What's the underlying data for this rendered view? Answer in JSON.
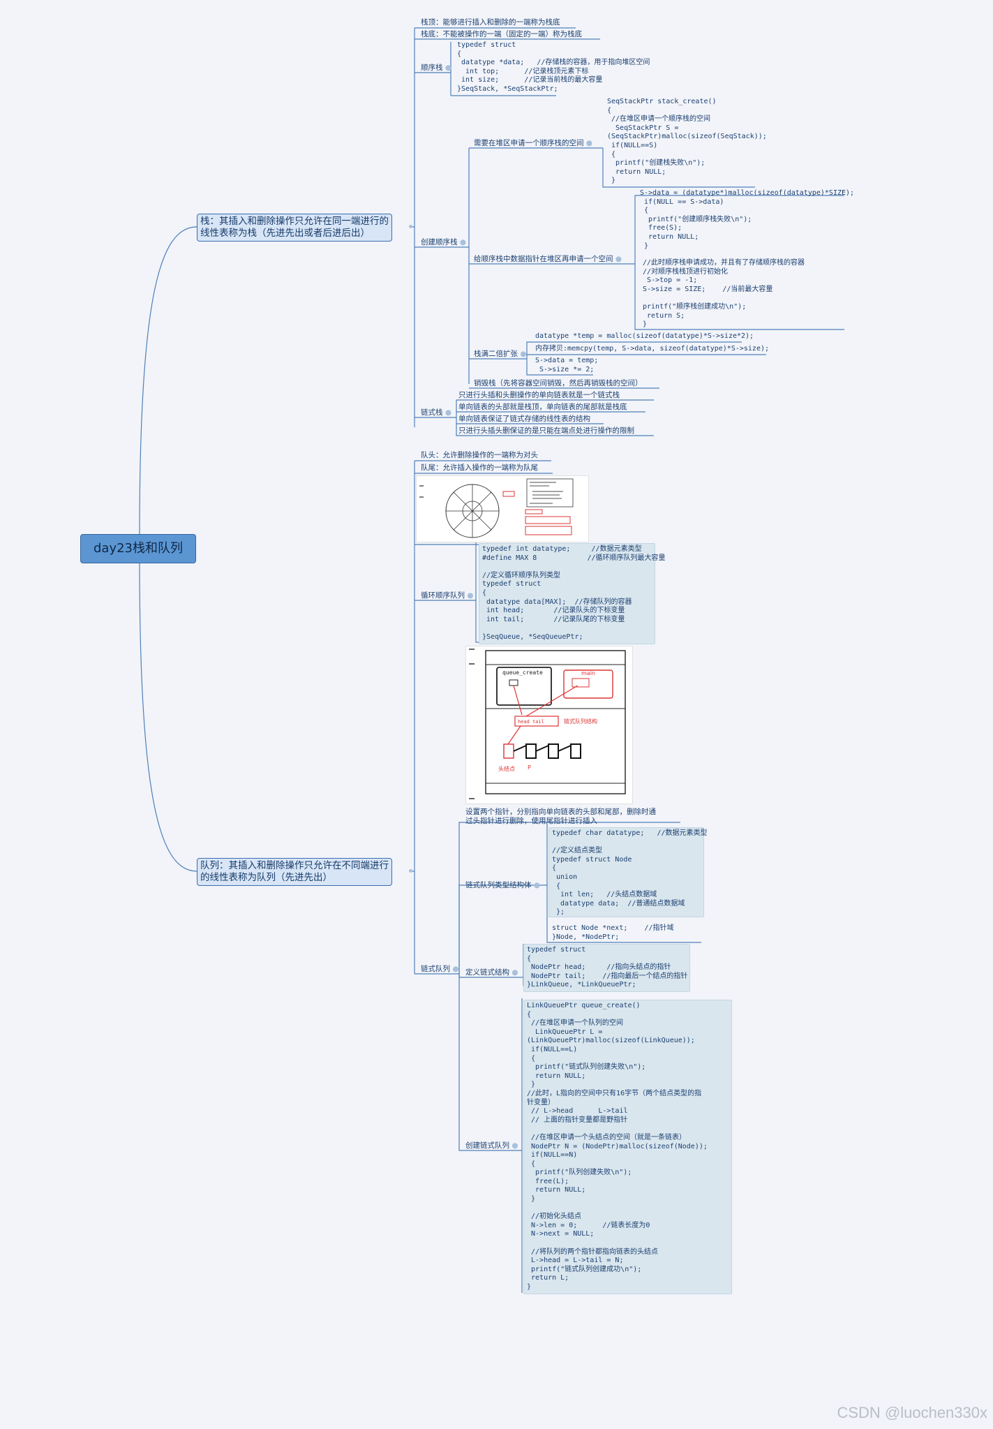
{
  "root": {
    "label": "day23栈和队列"
  },
  "stack": {
    "topic": [
      "栈：其插入和删除操作只允许在同一端进行的",
      "线性表称为栈（先进先出或者后进后出）"
    ],
    "top_def": "栈顶：能够进行插入和删除的一端称为栈底",
    "bottom_def": "栈底：不能被操作的一端（固定的一端）称为栈底",
    "seq_label": "顺序栈",
    "seq_code": "typedef struct\n{\n datatype *data;   //存储栈的容器，用于指向堆区空间\n  int top;      //记录栈顶元素下标\n int size;      //记录当前栈的最大容量\n}SeqStack, *SeqStackPtr;",
    "create_label": "创建顺序栈",
    "heap_label": "需要在堆区申请一个顺序栈的空间",
    "heap_code": "SeqStackPtr stack_create()\n{\n //在堆区申请一个顺序栈的空间\n  SeqStackPtr S =\n(SeqStackPtr)malloc(sizeof(SeqStack));\n if(NULL==S)\n {\n  printf(\"创建栈失败\\n\");\n  return NULL;\n }",
    "data_label": "给顺序栈中数据指针在堆区再申请一个空间",
    "data_code1": "S->data = (datatype*)malloc(sizeof(datatype)*SIZE);\n if(NULL == S->data)\n {\n  printf(\"创建顺序栈失败\\n\");\n  free(S);\n  return NULL;\n }",
    "data_code2": "//此时顺序栈申请成功，并且有了存储顺序栈的容器\n//对顺序栈栈顶进行初始化\n S->top = -1;\nS->size = SIZE;    //当前最大容量\n\nprintf(\"顺序栈创建成功\\n\");\n return S;\n}",
    "expand_label": "栈满二倍扩张",
    "expand_code1": "datatype *temp = malloc(sizeof(datatype)*S->size*2);",
    "expand_code2": "内存拷贝:memcpy(temp, S->data, sizeof(datatype)*S->size);",
    "expand_code3": "S->data = temp;\n S->size *= 2;",
    "destroy": "销毁栈（先将容器空间销毁，然后再销毁栈的空间）",
    "link_label": "链式栈",
    "link_items": [
      "只进行头插和头删操作的单向链表就是一个链式栈",
      "单向链表的头部就是栈顶，单向链表的尾部就是栈底",
      "单向链表保证了链式存储的线性表的结构",
      "只进行头插头删保证的是只能在端点处进行操作的限制"
    ]
  },
  "queue": {
    "topic": [
      "队列：其插入和删除操作只允许在不同端进行",
      "的线性表称为队列（先进先出）"
    ],
    "head_def": "队头：允许删除操作的一端称为对头",
    "tail_def": "队尾：允许插入操作的一端称为队尾",
    "circ_label": "循环顺序队列",
    "circ_code": "typedef int datatype;     //数据元素类型\n#define MAX 8            //循环顺序队列最大容量\n\n//定义循环顺序队列类型\ntypedef struct\n{\n datatype data[MAX];  //存储队列的容器\n int head;       //记录队头的下标变量\n int tail;       //记录队尾的下标变量\n\n}SeqQueue, *SeqQueuePtr;",
    "img2_labels": {
      "fn": "queue_create",
      "main": "main",
      "struct": "链式队列结构",
      "hnode": "头结点",
      "p": "P",
      "ht": "head  tail"
    },
    "link_label": "链式队列",
    "desc": [
      "设置两个指针，分别指向单向链表的头部和尾部，删除时通",
      "过头指针进行删除，使用尾指针进行插入"
    ],
    "node_label": "链式队列类型结构体",
    "node_code": "typedef char datatype;   //数据元素类型\n\n//定义结点类型\ntypedef struct Node\n{\n union\n {\n  int len;   //头结点数据域\n  datatype data;  //普通结点数据域\n };",
    "node_code2": "struct Node *next;    //指针域\n}Node, *NodePtr;",
    "def_label": "定义链式结构",
    "def_code": "typedef struct\n{\n NodePtr head;     //指向头结点的指针\n NodePtr tail;    //指向最后一个结点的指针\n}LinkQueue, *LinkQueuePtr;",
    "create_label": "创建链式队列",
    "create_code": "LinkQueuePtr queue_create()\n{\n //在堆区申请一个队列的空间\n  LinkQueuePtr L =\n(LinkQueuePtr)malloc(sizeof(LinkQueue));\n if(NULL==L)\n {\n  printf(\"链式队列创建失败\\n\");\n  return NULL;\n }\n//此时，L指向的空间中只有16字节（两个结点类型的指\n针变量）\n // L->head      L->tail\n // 上面的指针变量都是野指针\n\n //在堆区申请一个头结点的空间（就是一条链表）\n NodePtr N = (NodePtr)malloc(sizeof(Node));\n if(NULL==N)\n {\n  printf(\"队列创建失败\\n\");\n  free(L);\n  return NULL;\n }\n\n //初始化头结点\n N->len = 0;      //链表长度为0\n N->next = NULL;\n\n //将队列的两个指针都指向链表的头结点\n L->head = L->tail = N;\n printf(\"链式队列创建成功\\n\");\n return L;\n}"
  },
  "watermark": "CSDN @luochen330x"
}
